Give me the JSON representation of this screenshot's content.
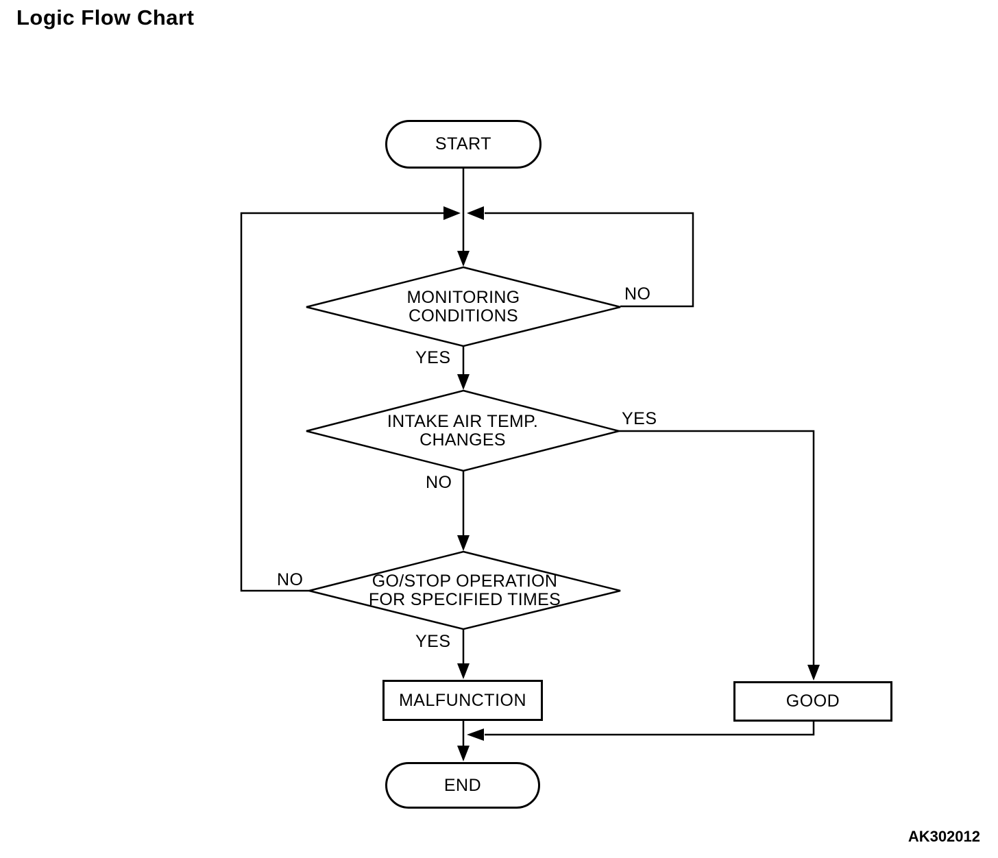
{
  "title": "Logic Flow Chart",
  "figure_code": "AK302012",
  "colors": {
    "ink": "#000000",
    "background": "#ffffff"
  },
  "nodes": {
    "start": {
      "type": "terminator",
      "label": "START"
    },
    "monitoring": {
      "type": "decision",
      "line1": "MONITORING",
      "line2": "CONDITIONS"
    },
    "intake": {
      "type": "decision",
      "line1": "INTAKE AIR TEMP.",
      "line2": "CHANGES"
    },
    "gostop": {
      "type": "decision",
      "line1": "GO/STOP OPERATION",
      "line2": "FOR SPECIFIED TIMES"
    },
    "malfunction": {
      "type": "process",
      "label": "MALFUNCTION"
    },
    "good": {
      "type": "process",
      "label": "GOOD"
    },
    "end": {
      "type": "terminator",
      "label": "END"
    }
  },
  "edge_labels": {
    "monitoring_no": "NO",
    "monitoring_yes": "YES",
    "intake_yes": "YES",
    "intake_no": "NO",
    "gostop_no": "NO",
    "gostop_yes": "YES"
  }
}
